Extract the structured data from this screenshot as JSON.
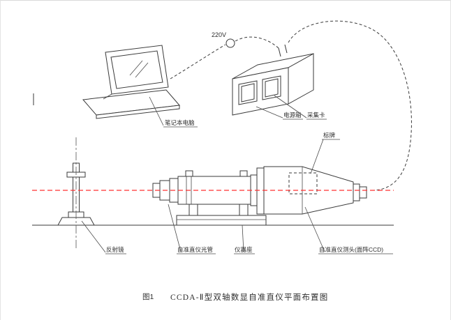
{
  "labels": {
    "voltage": "220V",
    "laptop": "笔记本电脑",
    "power_box": "电源箱",
    "capture_card": "采集卡",
    "nameplate": "标牌",
    "reflector": "反射镜",
    "collimator_tube": "自准直仪光管",
    "instrument_base": "仪器座",
    "ccd_head": "自准直仪测头(面阵CCD)"
  },
  "caption": {
    "fig": "图1",
    "title": "CCDA-Ⅱ型双轴数显自准直仪平面布置图"
  },
  "colors": {
    "line": "#3a3a3a",
    "optical_axis_red": "#ff3030",
    "background": "#ffffff"
  }
}
